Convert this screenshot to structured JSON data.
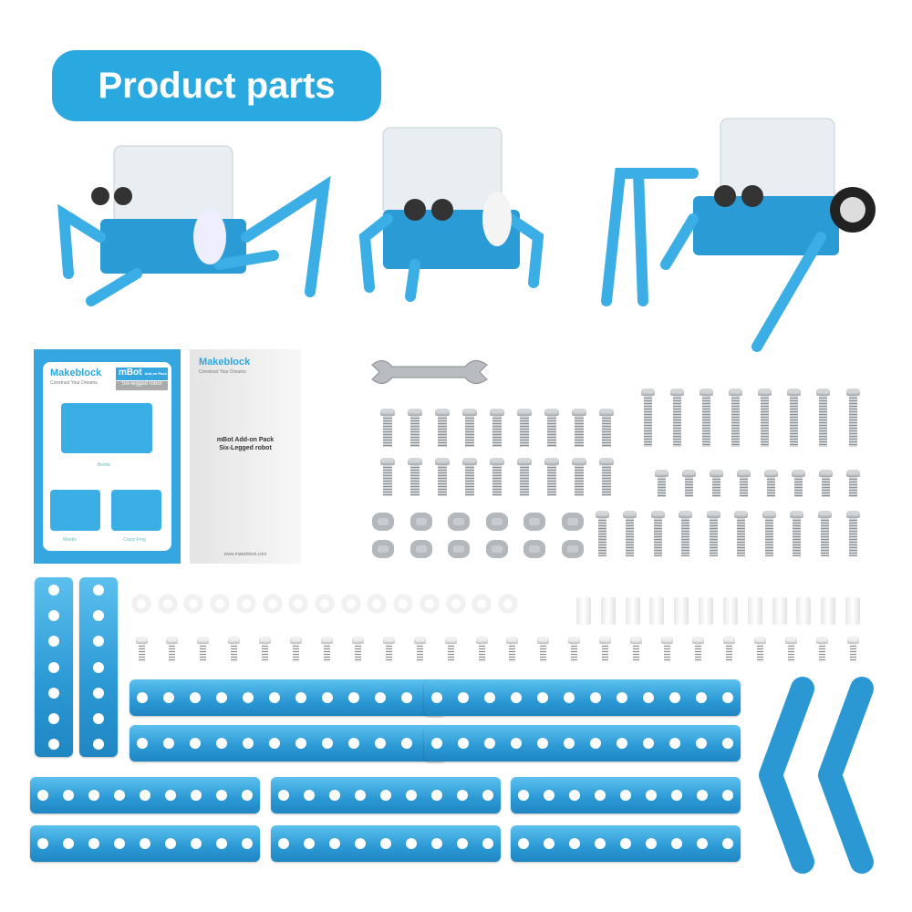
{
  "title": "Product parts",
  "colors": {
    "accent": "#2aa9e0",
    "beam": "#2b98d4",
    "background": "#ffffff"
  },
  "manual": {
    "brand": "Makeblock",
    "tagline": "Construct Your Dreams",
    "product": "mBot",
    "product_sub": "Add-on Pack",
    "subtitle": "Six-legged robot",
    "models": [
      "Beetle",
      "Mantis",
      "Crazy Frog"
    ]
  },
  "instruction_sheet": {
    "brand": "Makeblock",
    "tagline": "Construct Your Dreams",
    "line1": "mBot Add-on Pack",
    "line2": "Six-Legged robot",
    "website": "www.makeblock.com"
  }
}
